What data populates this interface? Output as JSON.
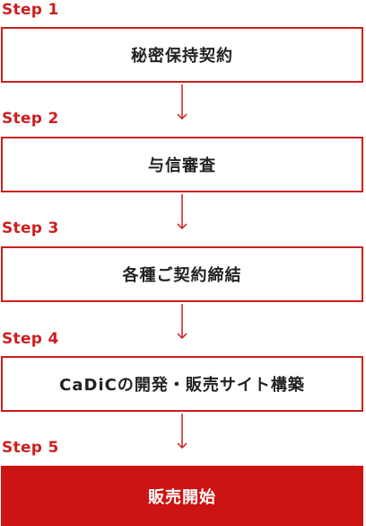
{
  "accent_color": "#cc1f1f",
  "steps": [
    {
      "label": "Step 1",
      "text": "秘密保持契約"
    },
    {
      "label": "Step 2",
      "text": "与信審査"
    },
    {
      "label": "Step 3",
      "text": "各種ご契約締結"
    },
    {
      "label": "Step 4",
      "text": "CaDiCの開発・販売サイト構築"
    },
    {
      "label": "Step 5",
      "text": "販売開始"
    }
  ]
}
